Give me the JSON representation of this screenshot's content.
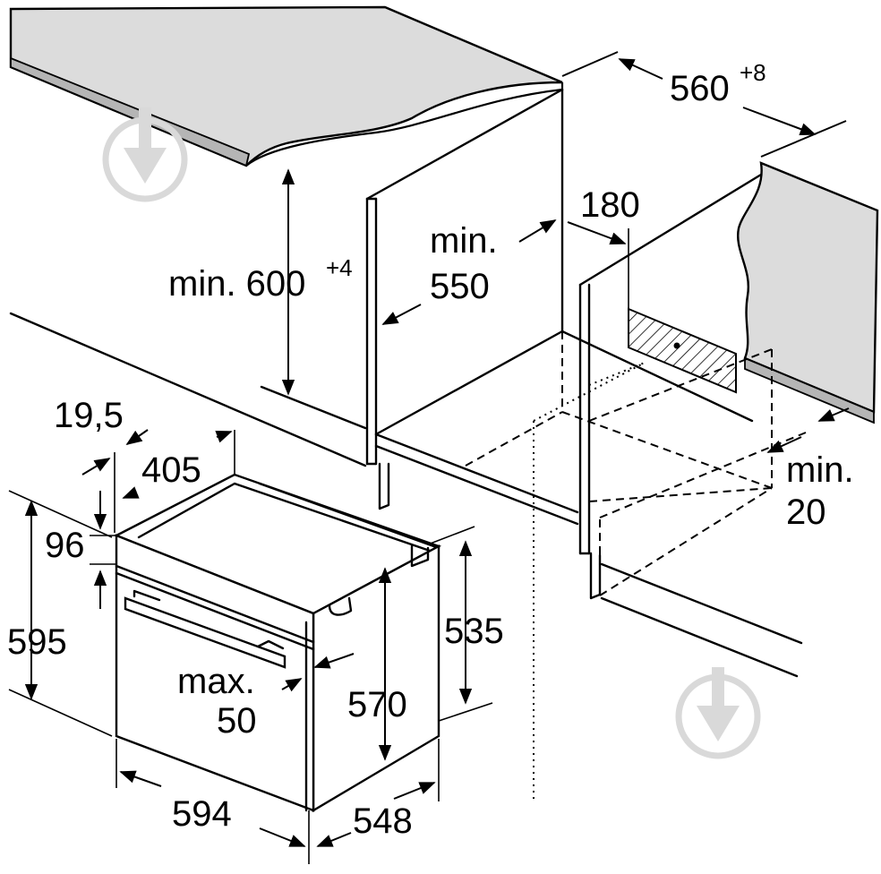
{
  "labels": {
    "width_cutout": "560",
    "width_cutout_tol": "+8",
    "min_height_prefix": "min. 600",
    "min_height_tol": "+4",
    "min_depth_prefix": "min.",
    "min_depth_value": "550",
    "vent_depth": "180",
    "gap_prefix": "min.",
    "gap_value": "20",
    "front_overhang": "19,5",
    "depth_body": "405",
    "panel_height": "96",
    "total_height": "595",
    "max_prefix": "max.",
    "max_value": "50",
    "oven_depth_inner": "535",
    "body_height": "570",
    "oven_width": "594",
    "oven_depth": "548"
  },
  "colors": {
    "worktop_fill": "#dcdcdc",
    "line": "#000000",
    "watermark": "#d9d9d9"
  }
}
